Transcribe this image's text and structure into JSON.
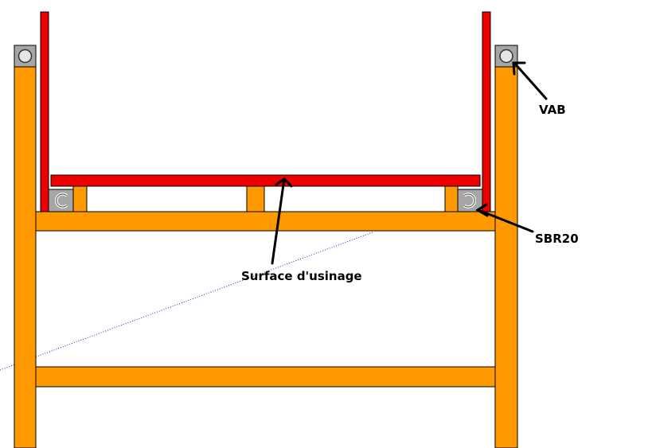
{
  "labels": {
    "vab": "VAB",
    "sbr20": "SBR20",
    "surface": "Surface d'usinage"
  },
  "colors": {
    "frame": "#ff9900",
    "rail": "#ee0000",
    "bearing": "#a6a6a6",
    "bearing_dark": "#555555",
    "outline": "#000000",
    "dotted_line": "#1f2fcf"
  }
}
